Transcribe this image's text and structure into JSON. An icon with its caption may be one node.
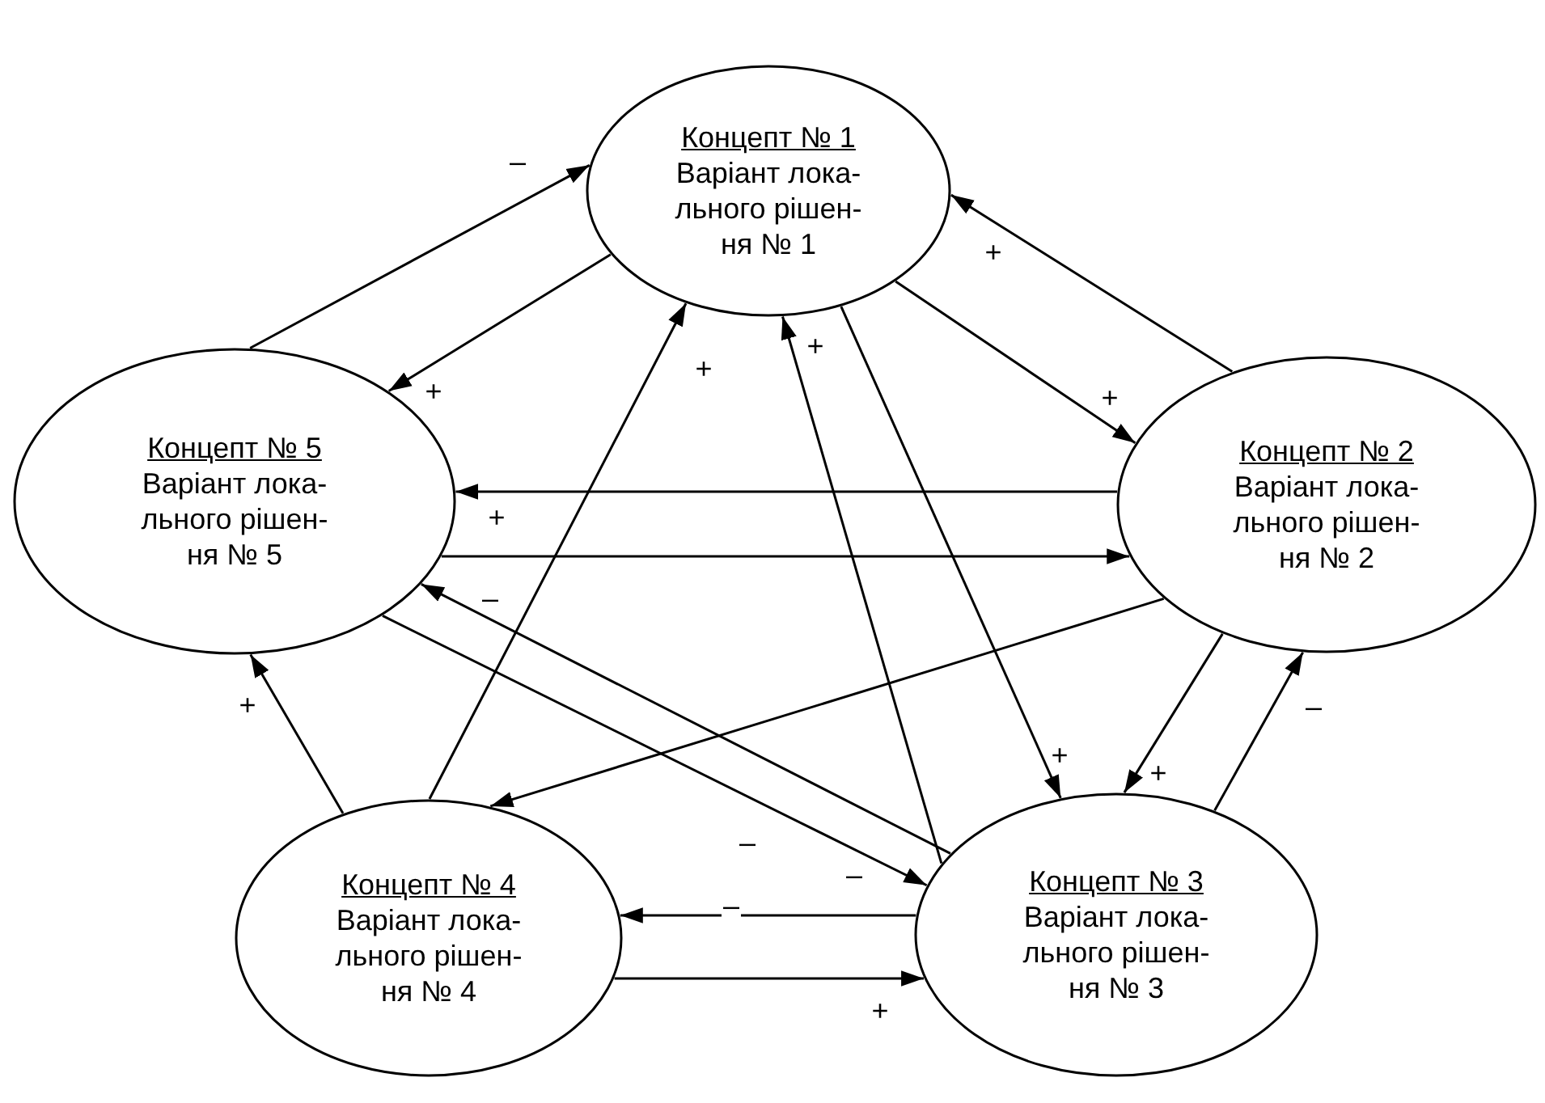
{
  "diagram": {
    "nodes": [
      {
        "text": [
          "Концепт № 1",
          "Варіант лока-льного рішен-ня № 1"
        ]
      },
      {
        "text": [
          "Концепт № 2",
          "Варіант лока-льного рішен-ня № 2"
        ]
      },
      {
        "text": [
          "Концепт № 3",
          "Варіант лока-льного рішен-ня № 3"
        ]
      },
      {
        "text": [
          "Концепт № 4",
          "Варіант лока-льного рішен-ня № 4"
        ]
      },
      {
        "text": [
          "Концепт № 5",
          "Варіант лока-льного рішен-ня № 5"
        ]
      }
    ],
    "edges": [
      {
        "from": 4,
        "to": 0,
        "arrow": "to",
        "label": "–"
      },
      {
        "from": 0,
        "to": 4,
        "arrow": "to",
        "label": "+"
      },
      {
        "from": 1,
        "to": 0,
        "arrow": "to",
        "label": "+"
      },
      {
        "from": 0,
        "to": 1,
        "arrow": "to",
        "label": "+"
      },
      {
        "from": 1,
        "to": 4,
        "arrow": "to",
        "label": "+"
      },
      {
        "from": 4,
        "to": 1,
        "arrow": "to"
      },
      {
        "from": 2,
        "to": 0,
        "arrow": "to",
        "label": "+"
      },
      {
        "from": 0,
        "to": 2,
        "arrow": "to",
        "label": "+"
      },
      {
        "from": 3,
        "to": 0,
        "arrow": "to",
        "label": "+"
      },
      {
        "from": 1,
        "to": 3,
        "arrow": "to",
        "label": "–"
      },
      {
        "from": 1,
        "to": 2,
        "arrow": "to",
        "label": "+"
      },
      {
        "from": 2,
        "to": 1,
        "arrow": "to",
        "label": "–"
      },
      {
        "from": 2,
        "to": 4,
        "arrow": "to",
        "label": "–"
      },
      {
        "from": 4,
        "to": 2,
        "arrow": "to",
        "label": "–"
      },
      {
        "from": 2,
        "to": 3,
        "arrow": "to",
        "label": "–"
      },
      {
        "from": 3,
        "to": 2,
        "arrow": "to",
        "label": "+"
      },
      {
        "from": 3,
        "to": 4,
        "arrow": "to",
        "label": "+"
      }
    ]
  }
}
